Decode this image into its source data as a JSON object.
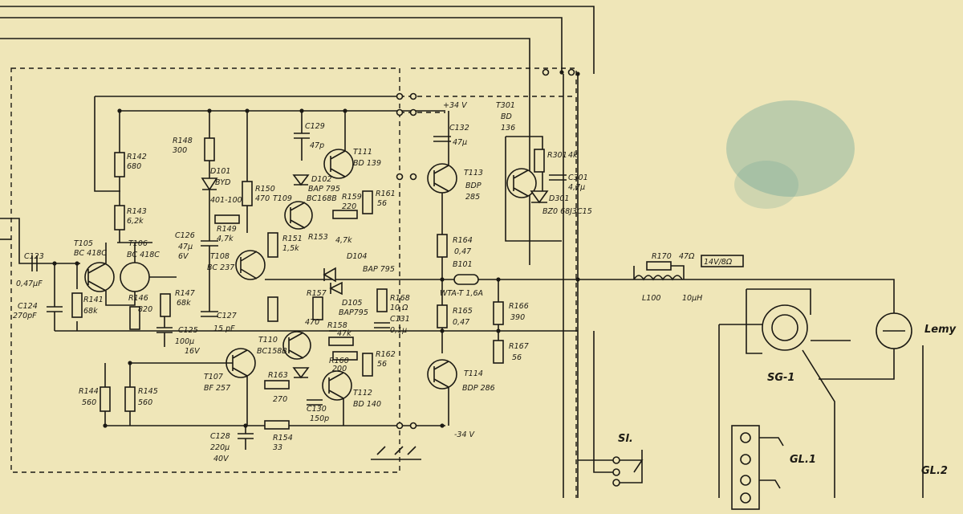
{
  "colors": {
    "paper": "#efe6b8",
    "ink": "#1c1a14",
    "stain": "#5f9b93"
  },
  "labels": {
    "r142": "R142",
    "r142v": "680",
    "r143": "R143",
    "r143v": "6,2k",
    "r148": "R148",
    "r148v": "300",
    "d101": "D101",
    "d101t": "BYD",
    "d101v": "401-100",
    "r150": "R150",
    "r150v": "470",
    "c129": "C129",
    "c129v": "47p",
    "d102": "D102",
    "d102t": "BAP 795",
    "t109": "T109",
    "t109t": "BC168B",
    "t111": "T111",
    "t111t": "BD 139",
    "r159": "R159",
    "r159v": "220",
    "r161": "R161",
    "r161v": "56",
    "vplus": "+34 V",
    "c132": "C132",
    "c132v": "47μ",
    "t113": "T113",
    "t113t": "BDP",
    "t113v": "285",
    "t301": "T301",
    "t301t": "BD",
    "t301v": "136",
    "r301": "R301",
    "r301v": "4k",
    "c301": "C301",
    "c301v": "4,7μ",
    "d301": "D301",
    "d301t": "BZ0 68J3C15",
    "t105": "T105",
    "t105t": "BC 418C",
    "t106": "T106",
    "t106t": "BC 418C",
    "c123": "C123",
    "c123v": "0,47μF",
    "c124": "C124",
    "c124v": "270pF",
    "r141": "R141",
    "r141v": "68k",
    "r146": "R146",
    "r146v": "820",
    "r147": "R147",
    "r147v": "68k",
    "c125": "C125",
    "c125v": "100μ",
    "c125w": "16V",
    "c126": "C126",
    "c126v": "47μ",
    "c126w": "6V",
    "r149": "R149",
    "r149v": "4,7k",
    "t108": "T108",
    "t108t": "BC 237",
    "r151": "R151",
    "r151v": "1,5k",
    "r153": "R153",
    "r153v": "4,7k",
    "c127": "C127",
    "c127v": "15 pF",
    "d104": "D104",
    "d104t": "BAP 795",
    "r164": "R164",
    "r164v": "0,47",
    "b101": "B101",
    "b101t": "WTA-T 1,6A",
    "r170": "R170",
    "r170v": "47Ω",
    "spk": "14V/8Ω",
    "l100": "L100",
    "l100v": "10μH",
    "d105": "D105",
    "d105t": "BAP795",
    "r157": "R157",
    "r157v": "470",
    "r158": "R158",
    "r158v": "47k",
    "r168": "R168",
    "r168v": "10 Ω",
    "c131": "C131",
    "c131v": "0,1μ",
    "r165": "R165",
    "r165v": "0,47",
    "r166": "R166",
    "r166v": "390",
    "r167": "R167",
    "r167v": "56",
    "t110": "T110",
    "t110t": "BC158B",
    "t107": "T107",
    "t107t": "BF 257",
    "r160": "R160",
    "r160v": "200",
    "r162": "R162",
    "r162v": "56",
    "t114": "T114",
    "t114t": "BDP 286",
    "r144": "R144",
    "r144v": "560",
    "r145": "R145",
    "r145v": "560",
    "r163": "R163",
    "r163v": "270",
    "t112": "T112",
    "t112t": "BD 140",
    "c130": "C130",
    "c130v": "150p",
    "c128": "C128",
    "c128v": "220μ",
    "c128w": "40V",
    "r154": "R154",
    "r154v": "33",
    "vminus": "-34 V",
    "sl": "Sl.",
    "sg1": "SG-1",
    "lamp": "Lemy",
    "gl1": "GL.1",
    "gl2": "GL.2"
  }
}
